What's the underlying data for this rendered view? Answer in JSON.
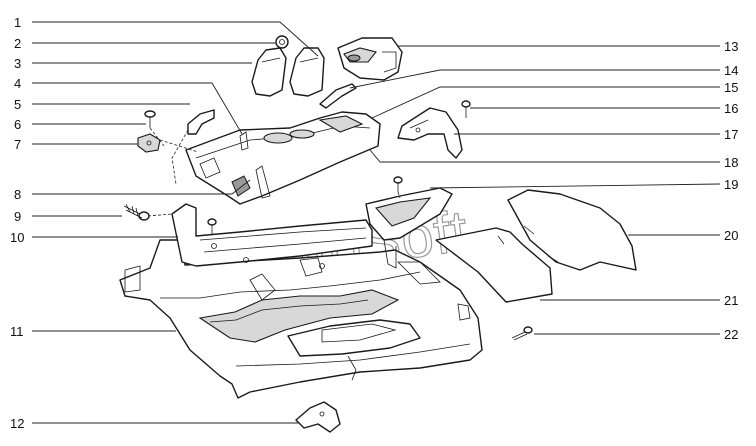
{
  "watermark": "AutoSoft",
  "callouts_left": [
    "1",
    "2",
    "3",
    "4",
    "5",
    "6",
    "7",
    "8",
    "9",
    "10",
    "11",
    "12"
  ],
  "callouts_right": [
    "13",
    "14",
    "15",
    "16",
    "17",
    "18",
    "19",
    "20",
    "21",
    "22"
  ]
}
